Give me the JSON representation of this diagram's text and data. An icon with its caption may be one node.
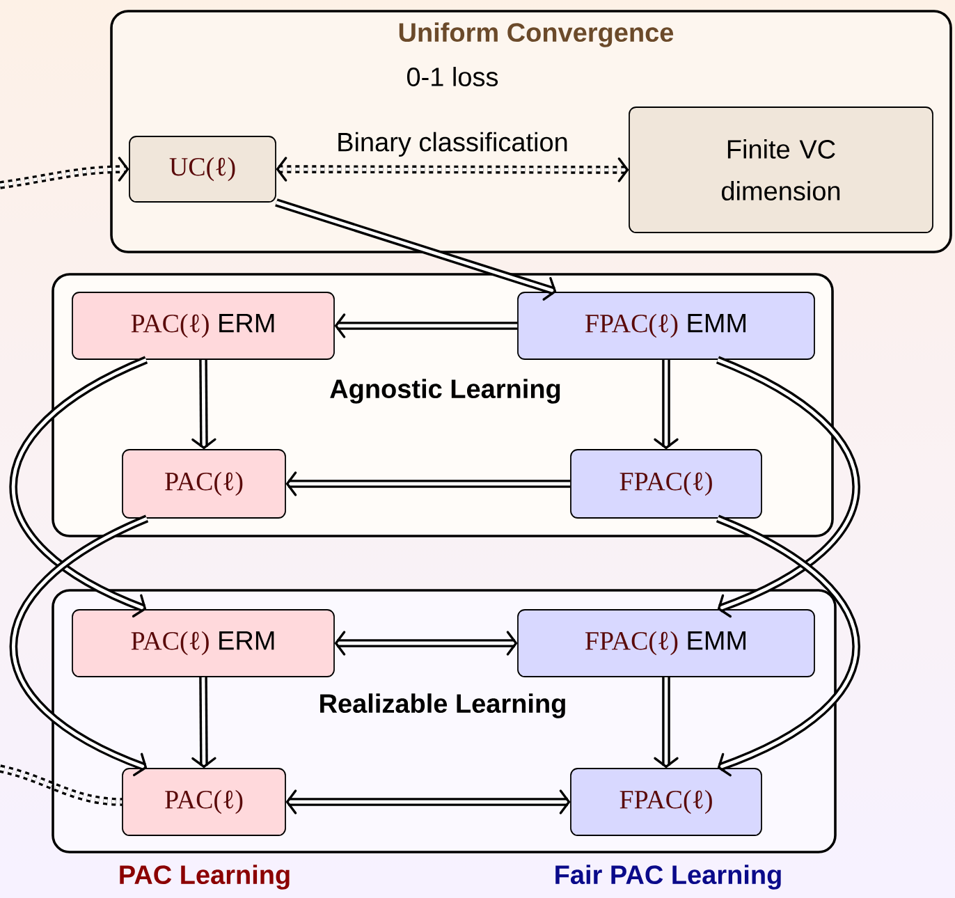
{
  "diagram": {
    "nodes": [
      {
        "text": [
          "Uniform Convergence"
        ]
      },
      {
        "text": [
          "UC(ℓ)"
        ],
        "in": 0
      },
      {
        "text": [
          "Finite VC dimension"
        ],
        "in": 0
      },
      {
        "text": [
          "Agnostic Learning"
        ]
      },
      {
        "text": [
          "PAC(ℓ)",
          "ERM"
        ],
        "in": 3
      },
      {
        "text": [
          "FPAC(ℓ)",
          "EMM"
        ],
        "in": 3
      },
      {
        "text": [
          "PAC(ℓ)"
        ],
        "in": 3
      },
      {
        "text": [
          "FPAC(ℓ)"
        ],
        "in": 3
      },
      {
        "text": [
          "Realizable Learning"
        ]
      },
      {
        "text": [
          "PAC(ℓ)",
          "ERM"
        ],
        "in": 8
      },
      {
        "text": [
          "FPAC(ℓ)",
          "EMM"
        ],
        "in": 8
      },
      {
        "text": [
          "PAC(ℓ)"
        ],
        "in": 8
      },
      {
        "text": [
          "FPAC(ℓ)"
        ],
        "in": 8
      }
    ],
    "edges": [
      {
        "from": null,
        "to": 1,
        "arrow": "to",
        "style": "dashed"
      },
      {
        "from": 1,
        "to": 2,
        "arrow": "both",
        "style": "dashed",
        "label": "Binary classification"
      },
      {
        "from": 1,
        "to": 5,
        "arrow": "to"
      },
      {
        "from": 5,
        "to": 4,
        "arrow": "to"
      },
      {
        "from": 4,
        "to": 6,
        "arrow": "to"
      },
      {
        "from": 5,
        "to": 7,
        "arrow": "to"
      },
      {
        "from": 7,
        "to": 6,
        "arrow": "to"
      },
      {
        "from": 4,
        "to": 9,
        "arrow": "to"
      },
      {
        "from": 6,
        "to": 11,
        "arrow": "to"
      },
      {
        "from": 5,
        "to": 10,
        "arrow": "to"
      },
      {
        "from": 7,
        "to": 12,
        "arrow": "to"
      },
      {
        "from": 9,
        "to": 10,
        "arrow": "both"
      },
      {
        "from": 9,
        "to": 11,
        "arrow": "to"
      },
      {
        "from": 10,
        "to": 12,
        "arrow": "to"
      },
      {
        "from": 11,
        "to": 12,
        "arrow": "both"
      },
      {
        "from": null,
        "to": 11,
        "arrow": "none",
        "style": "dashed"
      }
    ],
    "labels": [
      "0-1 loss",
      "PAC Learning",
      "Fair PAC Learning"
    ]
  }
}
